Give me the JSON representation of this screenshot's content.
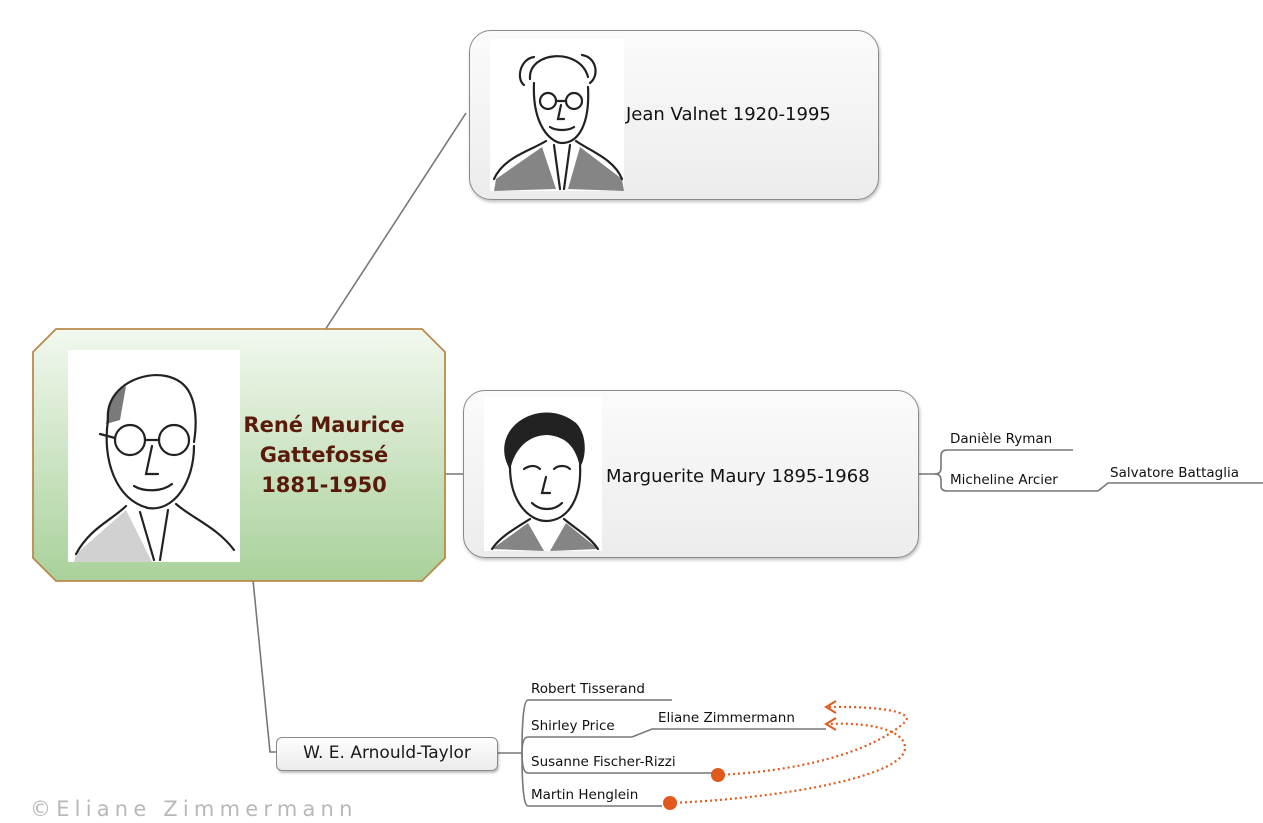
{
  "root": {
    "name_line1": "René Maurice",
    "name_line2": "Gattefossé",
    "years": "1881-1950"
  },
  "branches": [
    {
      "label": "Jean Valnet 1920-1995",
      "portrait_icon": "portrait-sketch"
    },
    {
      "label": "Marguerite Maury 1895-1968",
      "portrait_icon": "portrait-sketch"
    },
    {
      "label": "W. E. Arnould-Taylor"
    }
  ],
  "maury_children": {
    "daniele": "Danièle Ryman",
    "micheline": "Micheline Arcier",
    "salvatore": "Salvatore Battaglia"
  },
  "arnould_children": {
    "robert": "Robert Tisserand",
    "shirley": "Shirley Price",
    "eliane": "Eliane Zimmermann",
    "susanne": "Susanne Fischer-Rizzi",
    "martin": "Martin Henglein"
  },
  "watermark": "©Eliane Zimmermann",
  "colors": {
    "root_fill_top": "#f2f8ef",
    "root_fill_bottom": "#a9d19a",
    "root_border": "#b98a4c",
    "root_text": "#5a1a0a",
    "relationship_dots": "#e05a1e"
  }
}
